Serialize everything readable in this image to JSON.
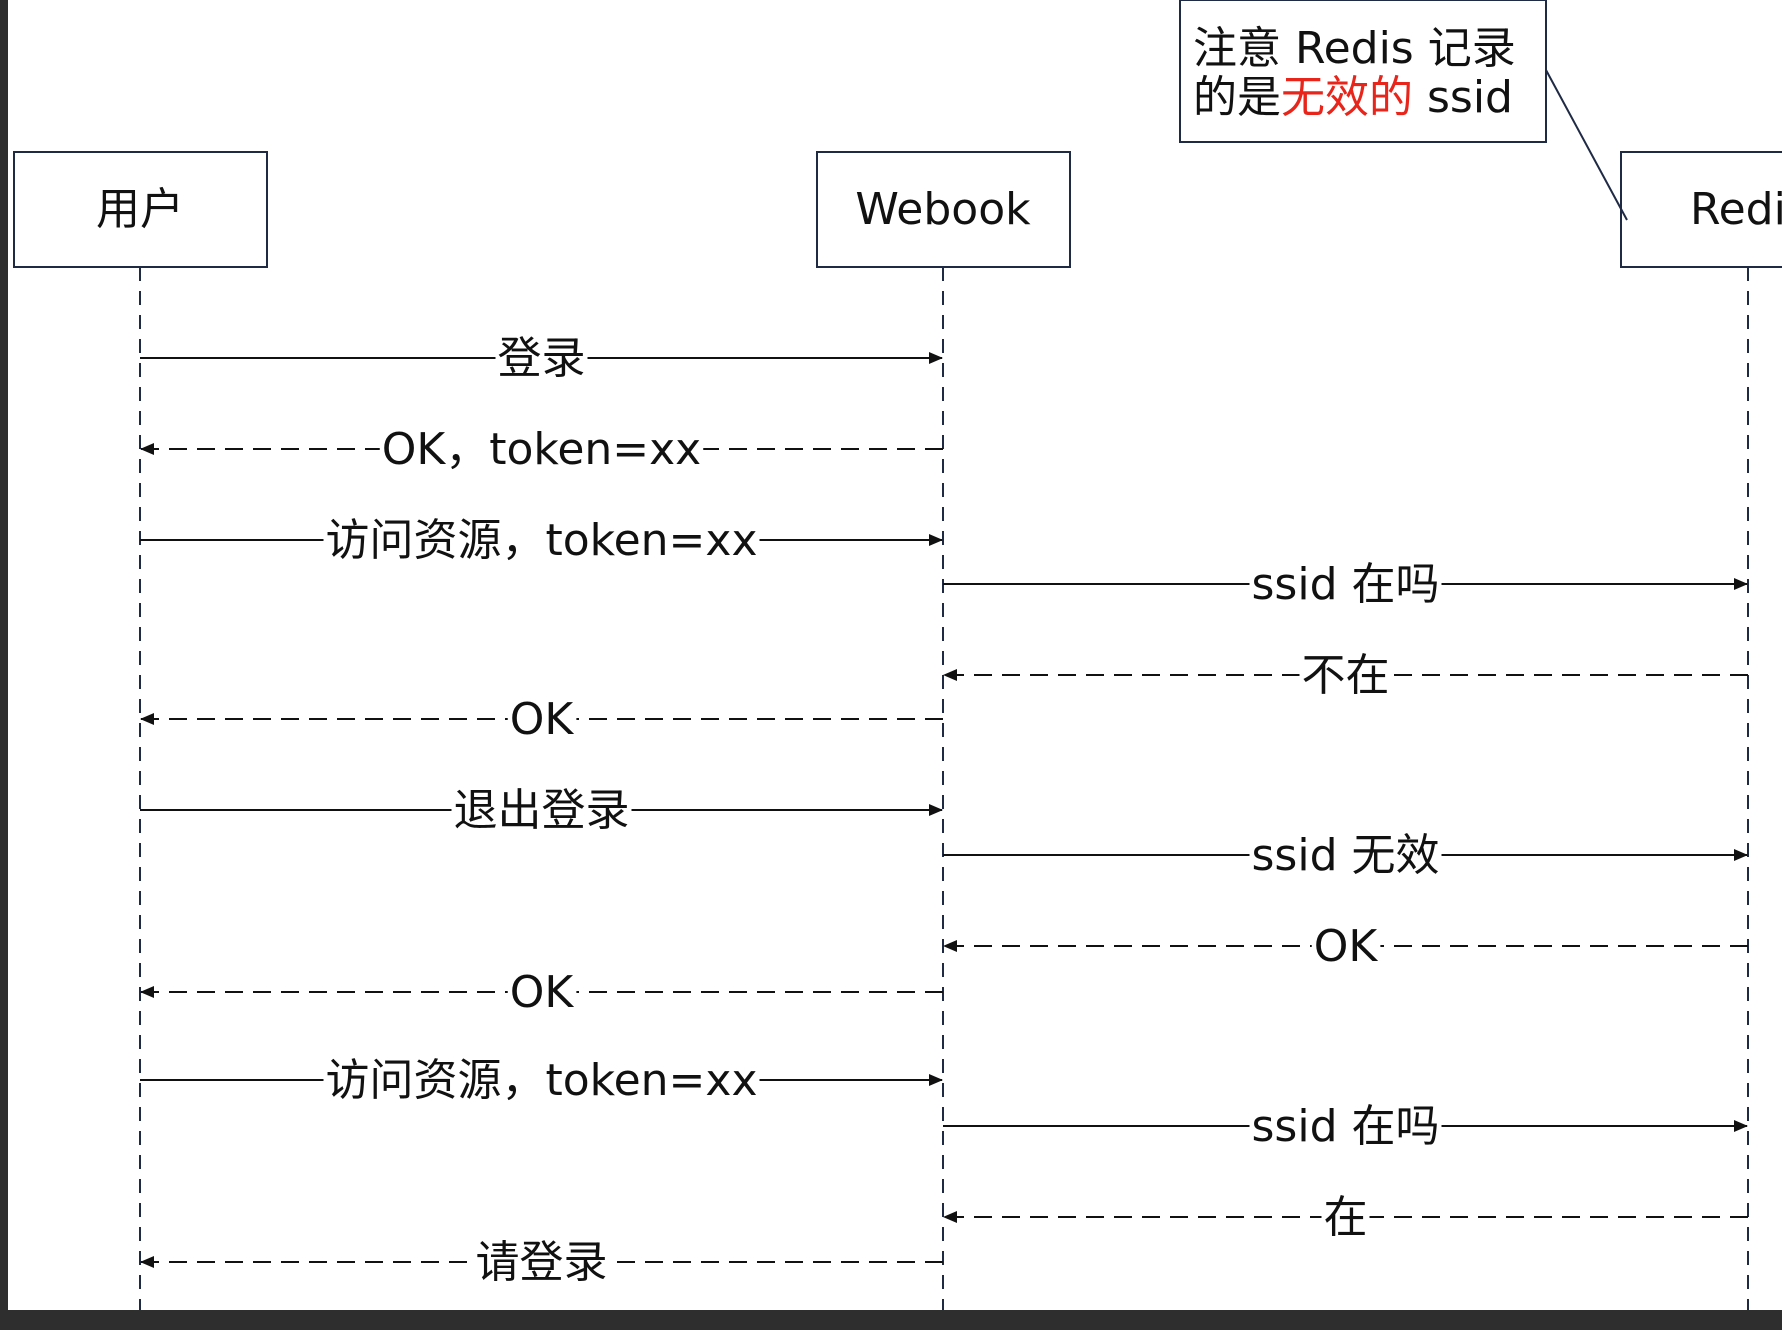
{
  "participants": [
    {
      "name": "用户"
    },
    {
      "name": "Webook"
    },
    {
      "name": "Redi"
    }
  ],
  "note": {
    "line1": "注意 Redis 记录",
    "line2_prefix": "的是",
    "line2_highlight": "无效的",
    "line2_suffix": " ssid",
    "highlight_color": "#e8251b"
  },
  "messages": [
    {
      "from": 0,
      "to": 1,
      "label": "登录",
      "style": "solid"
    },
    {
      "from": 1,
      "to": 0,
      "label": "OK，token=xx",
      "style": "dashed"
    },
    {
      "from": 0,
      "to": 1,
      "label": "访问资源，token=xx",
      "style": "solid"
    },
    {
      "from": 1,
      "to": 2,
      "label": "ssid 在吗",
      "style": "solid"
    },
    {
      "from": 2,
      "to": 1,
      "label": "不在",
      "style": "dashed"
    },
    {
      "from": 1,
      "to": 0,
      "label": "OK",
      "style": "dashed"
    },
    {
      "from": 0,
      "to": 1,
      "label": "退出登录",
      "style": "solid"
    },
    {
      "from": 1,
      "to": 2,
      "label": "ssid 无效",
      "style": "solid"
    },
    {
      "from": 2,
      "to": 1,
      "label": "OK",
      "style": "dashed"
    },
    {
      "from": 1,
      "to": 0,
      "label": "OK",
      "style": "dashed"
    },
    {
      "from": 0,
      "to": 1,
      "label": "访问资源，token=xx",
      "style": "solid"
    },
    {
      "from": 1,
      "to": 2,
      "label": "ssid 在吗",
      "style": "solid"
    },
    {
      "from": 2,
      "to": 1,
      "label": "在",
      "style": "dashed"
    },
    {
      "from": 1,
      "to": 0,
      "label": "请登录",
      "style": "dashed"
    }
  ]
}
